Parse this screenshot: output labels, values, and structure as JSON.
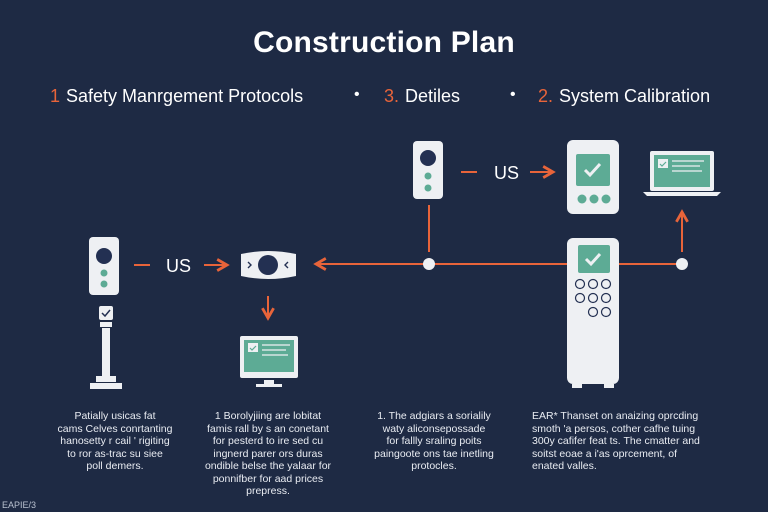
{
  "title": "Construction Plan",
  "steps": [
    {
      "number": "1",
      "label": "Safety Manrgement Protocols"
    },
    {
      "number": "3.",
      "label": "Detiles"
    },
    {
      "number": "2.",
      "label": "System Calibration"
    }
  ],
  "bullet": "•",
  "flow_labels": {
    "left": "US",
    "top": "US"
  },
  "captions": [
    "Patially usicas fat\ncams Celves conrtanting\nhanosetty r cail ' rigiting\nto ror as-trac su siee\npoll demers.",
    "1  Borolyjiing are lobitat\nfamis rall by s an conetant\nfor pesterd to ire sed cu\ningnerd parer ors duras\nondible belse the yalaar for\nponnifber for aad prices\nprepress.",
    "1.  The adgiars a sorialily\nwaty aliconsepossade\nfor fallly sraling poits\npaingoote ons tae inetling\nprotocles.",
    "EAR*  Thanset on anaizing oprcding\nsmoth 'a persos, cother cafhe tuing\n300y cafifer feat ts. The cmatter and\nsoitst eoae a i'as oprcement, of\nenated valles."
  ],
  "corner_tag": "EAPIE/3",
  "colors": {
    "background": "#1e2a44",
    "accent": "#e8643a",
    "device": "#eef0f3",
    "screen": "#5dab95",
    "dark_accent": "#233052"
  },
  "icons": [
    "traffic-light-icon",
    "surveillance-camera-icon",
    "monitor-icon",
    "tower-pole-icon",
    "tablet-check-icon",
    "laptop-icon",
    "control-panel-icon"
  ]
}
